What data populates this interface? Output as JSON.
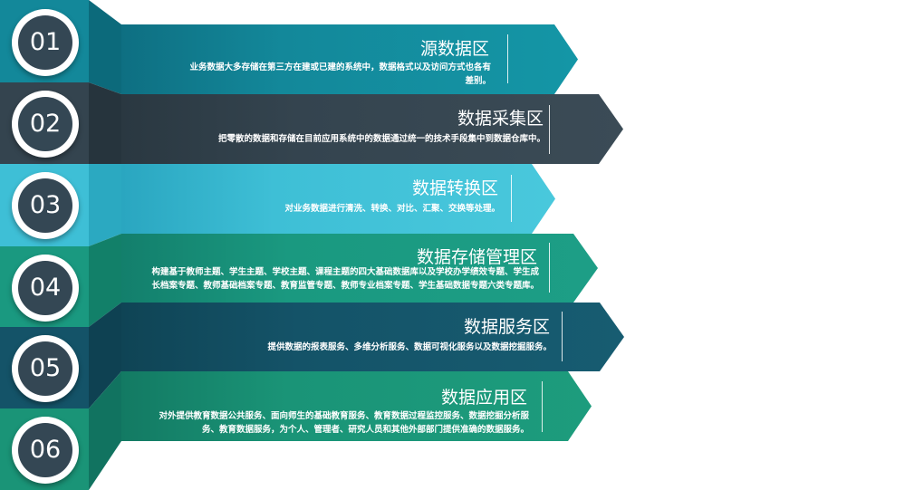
{
  "colors": {
    "row1": "#13889a",
    "row2": "#34444f",
    "row3": "#3ebfd6",
    "row4": "#1a9980",
    "row5": "#145368",
    "row6": "#1a9477",
    "circle_inner": "#344754"
  },
  "items": [
    {
      "number": "01",
      "title": "源数据区",
      "desc": [
        "业务数据大多存储在第三方在建或已建的系统中，数据格式以及访问方式也各有",
        "差别。"
      ]
    },
    {
      "number": "02",
      "title": "数据采集区",
      "desc": [
        "把零散的数据和存储在目前应用系统中的数据通过统一的技术手段集中到数据仓库中。"
      ]
    },
    {
      "number": "03",
      "title": "数据转换区",
      "desc": [
        "对业务数据进行清洗、转换、对比、汇聚、交换等处理。"
      ]
    },
    {
      "number": "04",
      "title": "数据存储管理区",
      "desc": [
        "构建基于教师主题、学生主题、学校主题、课程主题的四大基础数据库以及学校办学绩效专题、学生成",
        "长档案专题、教师基础档案专题、教育监管专题、教师专业档案专题、学生基础数据专题六类专题库。"
      ]
    },
    {
      "number": "05",
      "title": "数据服务区",
      "desc": [
        "提供数据的报表服务、多维分析服务、数据可视化服务以及数据挖掘服务。"
      ]
    },
    {
      "number": "06",
      "title": "数据应用区",
      "desc": [
        "对外提供教育数据公共服务、面向师生的基础教育服务、教育数据过程监控服务、数据挖掘分析服",
        "务、教育数据服务，为个人、管理者、研究人员和其他外部部门提供准确的数据服务。"
      ]
    }
  ]
}
